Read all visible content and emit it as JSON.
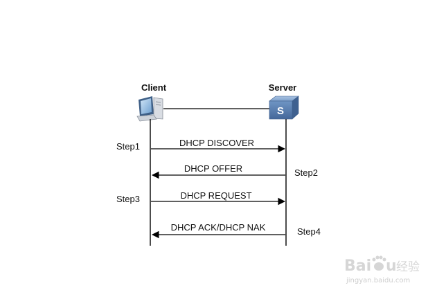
{
  "diagram": {
    "client": {
      "label": "Client",
      "icon": "computer-icon"
    },
    "server": {
      "label": "Server",
      "icon": "switch-icon",
      "icon_letter": "S"
    },
    "messages": [
      {
        "step": "Step1",
        "label": "DHCP DISCOVER",
        "direction": "client-to-server"
      },
      {
        "step": "Step2",
        "label": "DHCP OFFER",
        "direction": "server-to-client"
      },
      {
        "step": "Step3",
        "label": "DHCP REQUEST",
        "direction": "client-to-server"
      },
      {
        "step": "Step4",
        "label": "DHCP ACK/DHCP NAK",
        "direction": "server-to-client"
      }
    ]
  },
  "watermark": {
    "brand_latin_1": "Bai",
    "brand_latin_2": "u",
    "brand_cn": "经验",
    "url": "jingyan.baidu.com",
    "icon": "paw-icon"
  },
  "colors": {
    "line": "#000000",
    "server_icon": "#5b86b8",
    "watermark": "#d2d2d2"
  }
}
